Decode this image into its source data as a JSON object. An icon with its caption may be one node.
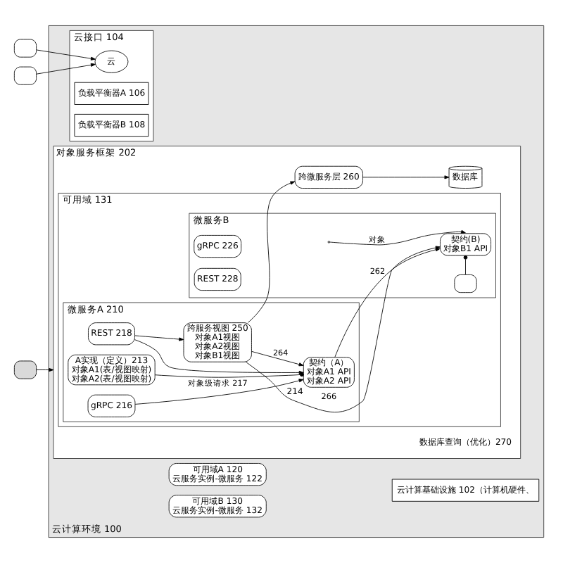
{
  "diagram": {
    "nodes": [
      {
        "text": [
          "云计算环境 100"
        ]
      },
      {
        "text": [
          "云接口 104"
        ],
        "in": 0
      },
      {
        "text": [
          "云"
        ],
        "in": 1
      },
      {
        "text": [
          "负载平衡器A 106"
        ],
        "in": 1
      },
      {
        "text": [
          "负载平衡器B 108"
        ],
        "in": 1
      },
      {
        "text": [
          "可用域A 120",
          "云服务实例-微服务 122"
        ],
        "in": 0
      },
      {
        "text": [
          "可用域B 130",
          "云服务实例-微服务 132"
        ],
        "in": 0
      },
      {
        "text": [
          "对象服务框架 202"
        ],
        "in": 0
      },
      {
        "text": [
          "可用域 131"
        ],
        "in": 7
      },
      {
        "text": [
          "微服务A 210"
        ],
        "in": 8
      },
      {
        "text": [
          "A实现（定义）213",
          "对象A1(表/视图映射)",
          "对象A2(表/视图映射)"
        ],
        "in": 9
      },
      {
        "text": [
          "契约（A）",
          "对象A1 API",
          "对象A2 API"
        ],
        "beside": [
          "214"
        ],
        "in": 9
      },
      {
        "text": [
          "gRPC 216"
        ],
        "in": 9
      },
      {
        "text": [
          "REST 218"
        ],
        "in": 9
      },
      {
        "text": [
          "跨服务视图 250",
          "对象A1视图",
          "对象A2视图",
          "对象B1视图"
        ],
        "in": 9
      },
      {
        "text": [
          "微服务B"
        ],
        "in": 8
      },
      {
        "text": [
          "契约(B)",
          "对象B1 API"
        ],
        "in": 15
      },
      {
        "text": [],
        "shape": "box",
        "in": 15
      },
      {
        "text": [
          "gRPC 226"
        ],
        "in": 15
      },
      {
        "text": [
          "REST 228"
        ],
        "in": 15
      },
      {
        "text": [
          "跨微服务层 260"
        ],
        "in": 7
      },
      {
        "text": [
          "数据库"
        ],
        "in": 7
      },
      {
        "text": [
          "云计算基础设施 102（计算机硬件、"
        ],
        "in": 0
      },
      {
        "text": [],
        "shape": "box"
      },
      {
        "text": [],
        "shape": "box"
      },
      {
        "text": [],
        "shape": "box"
      }
    ],
    "edges": [
      {
        "from": 23,
        "to": 2,
        "arrow": "to"
      },
      {
        "from": 24,
        "to": 2,
        "arrow": "to"
      },
      {
        "from": 25,
        "to": 7,
        "arrow": "to"
      },
      {
        "from": 10,
        "to": 11,
        "arrow": "other"
      },
      {
        "from": 12,
        "to": 11,
        "arrow": "to",
        "label": "对象级请求 217"
      },
      {
        "from": 13,
        "to": 11,
        "arrow": "to"
      },
      {
        "from": 11,
        "to": 16,
        "arrow": "to",
        "label": "262"
      },
      {
        "from": 14,
        "to": 11,
        "arrow": "to",
        "label": "264"
      },
      {
        "from": 14,
        "to": 16,
        "arrow": "to",
        "label": "266"
      },
      {
        "from": 17,
        "to": 16,
        "arrow": "other"
      },
      {
        "from": null,
        "to": 16,
        "arrow": "to",
        "label": "对象"
      },
      {
        "from": 13,
        "to": 14,
        "arrow": "to"
      },
      {
        "from": 14,
        "to": 20,
        "arrow": "to"
      },
      {
        "from": 20,
        "to": 21,
        "arrow": "to"
      }
    ],
    "labels": [
      "数据库查询（优化）270"
    ]
  }
}
